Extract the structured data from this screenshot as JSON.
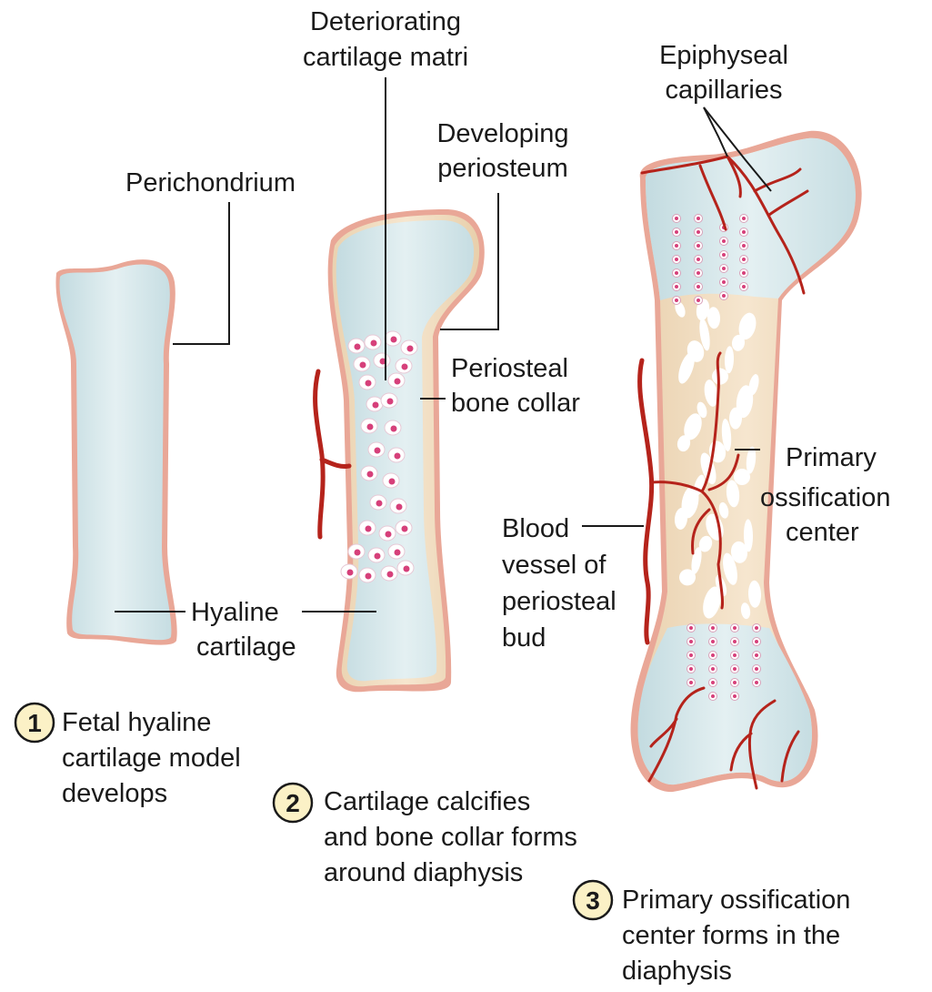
{
  "labels": {
    "deteriorating_line1": "Deteriorating",
    "deteriorating_line2": "cartilage matri",
    "epiphyseal_line1": "Epiphyseal",
    "epiphyseal_line2": "capillaries",
    "developing_line1": "Developing",
    "developing_line2": "periosteum",
    "perichondrium": "Perichondrium",
    "periosteal_collar_line1": "Periosteal",
    "periosteal_collar_line2": "bone collar",
    "primary_center_line1": "Primary",
    "primary_center_line2": "ossification",
    "primary_center_line3": "center",
    "blood_vessel_line1": "Blood",
    "blood_vessel_line2": "vessel of",
    "blood_vessel_line3": "periosteal",
    "blood_vessel_line4": "bud",
    "hyaline_line1": "Hyaline",
    "hyaline_line2": "cartilage"
  },
  "steps": [
    {
      "number": "1",
      "line1": "Fetal hyaline",
      "line2": "cartilage model",
      "line3": "develops"
    },
    {
      "number": "2",
      "line1": "Cartilage calcifies",
      "line2": "and bone collar forms",
      "line3": "around diaphysis"
    },
    {
      "number": "3",
      "line1": "Primary ossification",
      "line2": "center forms in the",
      "line3": "diaphysis"
    }
  ],
  "colors": {
    "cartilage": "#cfe2e6",
    "cartilage_shade": "#a9cbd1",
    "perichondrium": "#e9a797",
    "bone": "#f0dcc0",
    "vessel": "#b5231b",
    "cell": "#d6407a",
    "step_circle": "#fbf1c6"
  }
}
